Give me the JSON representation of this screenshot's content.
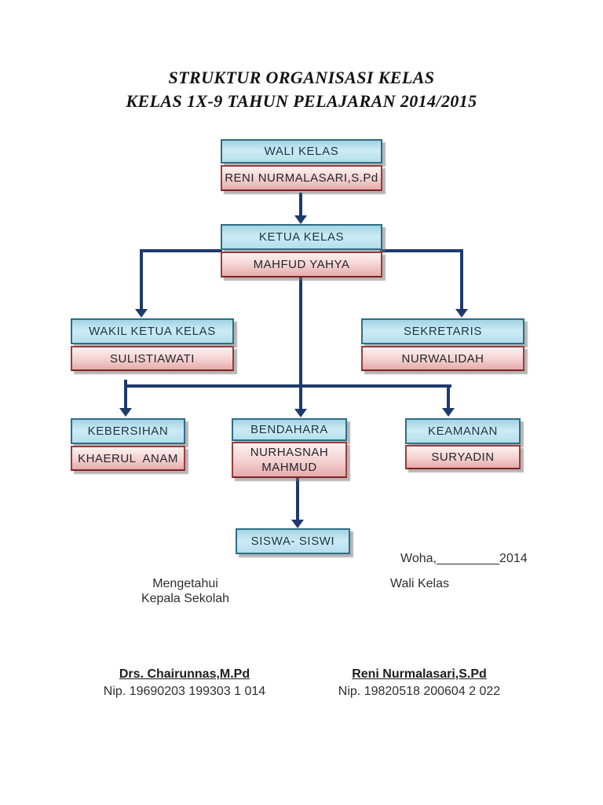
{
  "title": {
    "line1": "STRUKTUR ORGANISASI KELAS",
    "line2": "KELAS 1X-9 TAHUN PELAJARAN 2014/2015"
  },
  "boxes": {
    "wali": {
      "role": "WALI KELAS",
      "name": "RENI NURMALASARI,S.Pd"
    },
    "ketua": {
      "role": "KETUA KELAS",
      "name": "MAHFUD YAHYA"
    },
    "wakil": {
      "role": "WAKIL KETUA KELAS",
      "name": "SULISTIAWATI"
    },
    "sekretaris": {
      "role": "SEKRETARIS",
      "name": "NURWALIDAH"
    },
    "kebersihan": {
      "role": "KEBERSIHAN",
      "name": "KHAERUL  ANAM"
    },
    "bendahara": {
      "role": "BENDAHARA",
      "name": "NURHASNAH\nMAHMUD"
    },
    "keamanan": {
      "role": "KEAMANAN",
      "name": "SURYADIN"
    },
    "siswa": {
      "role": "SISWA- SISWI"
    }
  },
  "edges": [
    {
      "from": "wali",
      "to": "ketua"
    },
    {
      "from": "ketua",
      "to": "wakil"
    },
    {
      "from": "ketua",
      "to": "sekretaris"
    },
    {
      "from": "ketua",
      "to": "kebersihan"
    },
    {
      "from": "ketua",
      "to": "bendahara"
    },
    {
      "from": "ketua",
      "to": "keamanan"
    },
    {
      "from": "bendahara",
      "to": "siswa"
    }
  ],
  "footer": {
    "date_line": "Woha,_________2014",
    "left_title1": "Mengetahui",
    "left_title2": "Kepala Sekolah",
    "right_title": "Wali Kelas",
    "left_name": "Drs. Chairunnas,M.Pd",
    "left_nip": "Nip. 19690203 199303 1 014",
    "right_name": "Reni Nurmalasari,S.Pd",
    "right_nip": "Nip. 19820518 200604 2 022"
  },
  "colors": {
    "header_fill": "#b9e2ee",
    "header_border": "#2d6e86",
    "body_fill": "#f5d2d2",
    "body_border": "#9b3c3c",
    "connector": "#1e3a6c",
    "background": "#ffffff"
  }
}
